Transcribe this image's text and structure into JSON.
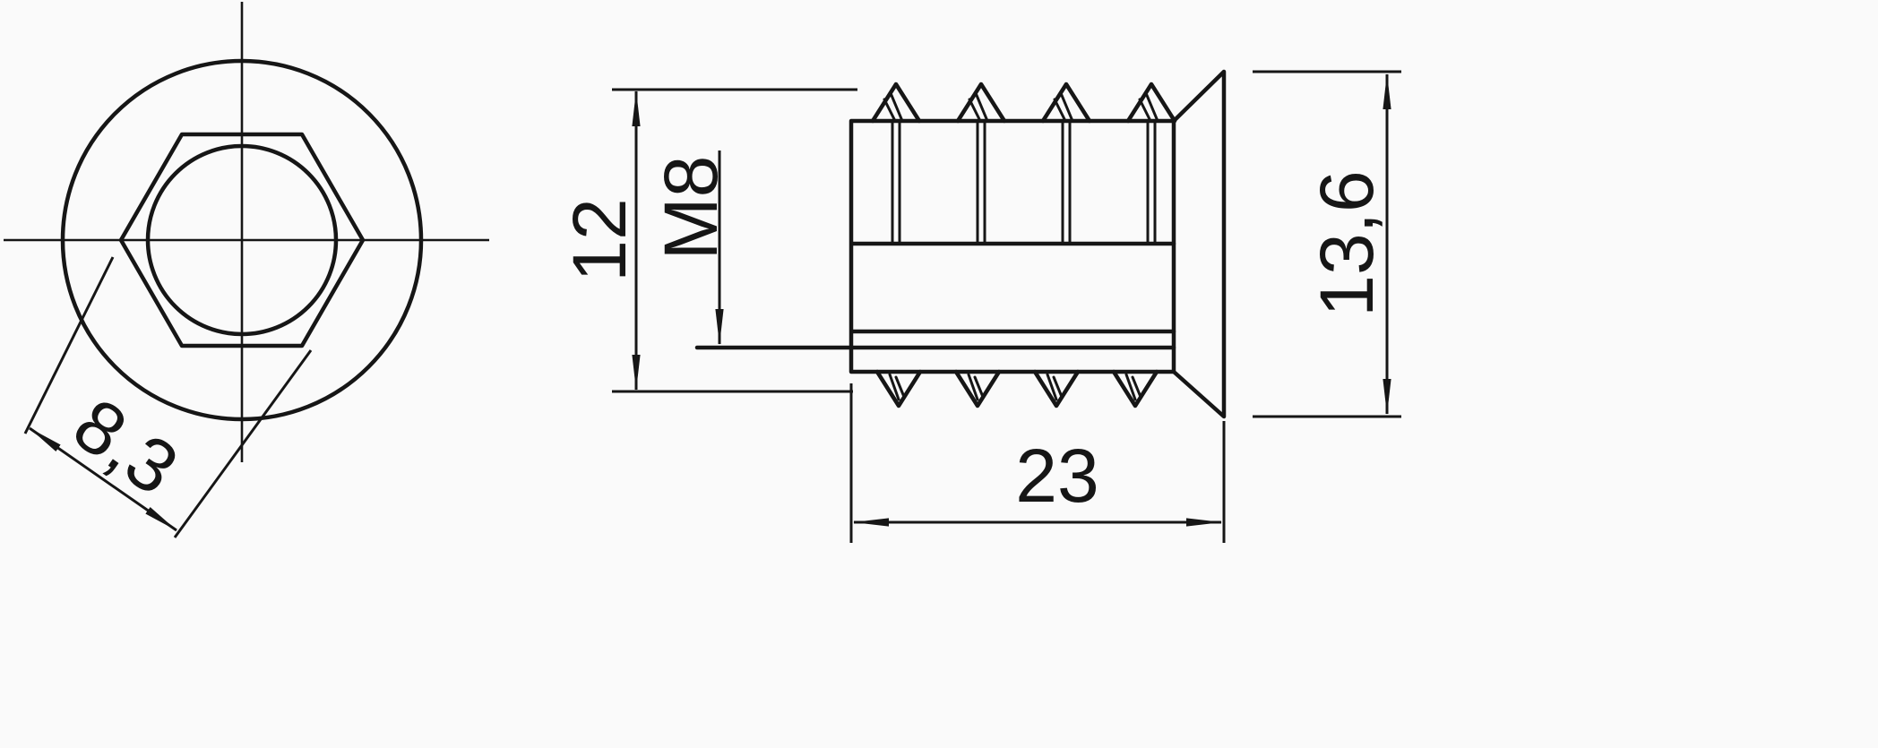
{
  "colors": {
    "line": "#161616",
    "background": "#fafafa"
  },
  "dimensions": {
    "hex_socket_width": "8,3",
    "insert_length": "12",
    "thread_designation": "M8",
    "flange_diameter": "13,6",
    "overall_length": "23"
  }
}
